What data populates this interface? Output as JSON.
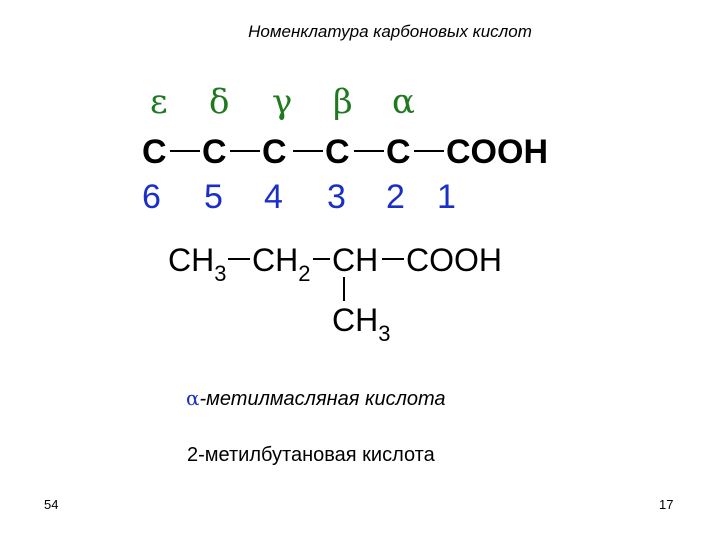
{
  "title": "Номенклатура карбоновых кислот",
  "greek_letters": [
    "ε",
    "δ",
    "γ",
    "β",
    "α"
  ],
  "chain": {
    "atoms": [
      "C",
      "C",
      "C",
      "C",
      "C",
      "COOH"
    ],
    "numbers": [
      "6",
      "5",
      "4",
      "3",
      "2",
      "1"
    ]
  },
  "example": {
    "groups": [
      "CH",
      "3",
      "CH",
      "2",
      "CH",
      "COOH"
    ],
    "branch": [
      "CH",
      "3"
    ]
  },
  "names": {
    "trivial_prefix": "α",
    "trivial": "-метилмасляная кислота",
    "systematic": "2-метилбутановая кислота"
  },
  "page": {
    "left": "54",
    "right": "17"
  }
}
